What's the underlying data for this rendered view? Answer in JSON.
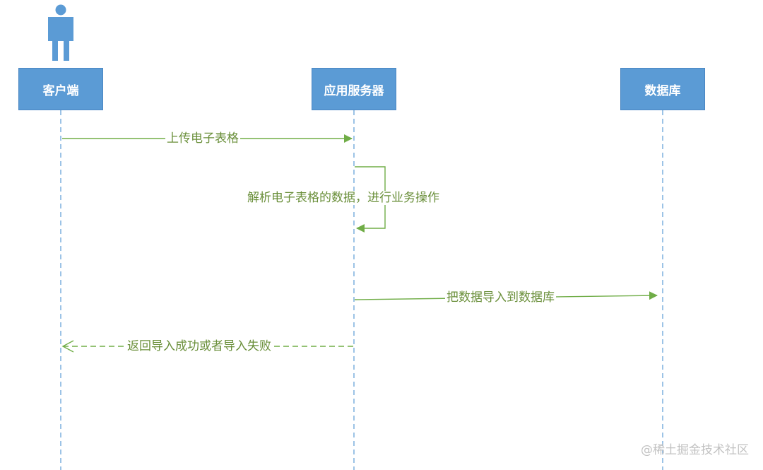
{
  "participants": [
    {
      "id": "client",
      "label": "客户端",
      "has_actor_icon": true
    },
    {
      "id": "app",
      "label": "应用服务器",
      "has_actor_icon": false
    },
    {
      "id": "db",
      "label": "数据库",
      "has_actor_icon": false
    }
  ],
  "messages": [
    {
      "label": "上传电子表格",
      "from": "client",
      "to": "app",
      "style": "solid"
    },
    {
      "label": "解析电子表格的数据，进行业务操作",
      "from": "app",
      "to": "app",
      "style": "self"
    },
    {
      "label": "把数据导入到数据库",
      "from": "app",
      "to": "db",
      "style": "solid"
    },
    {
      "label": "返回导入成功或者导入失败",
      "from": "app",
      "to": "client",
      "style": "dashed-return"
    }
  ],
  "colors": {
    "participant_fill": "#5B9BD5",
    "lifeline": "#5B9BD5",
    "message_line": "#70AD47",
    "message_text": "#6a8f3a",
    "watermark": "#c2c2c2"
  },
  "watermark": "@稀土掘金技术社区"
}
